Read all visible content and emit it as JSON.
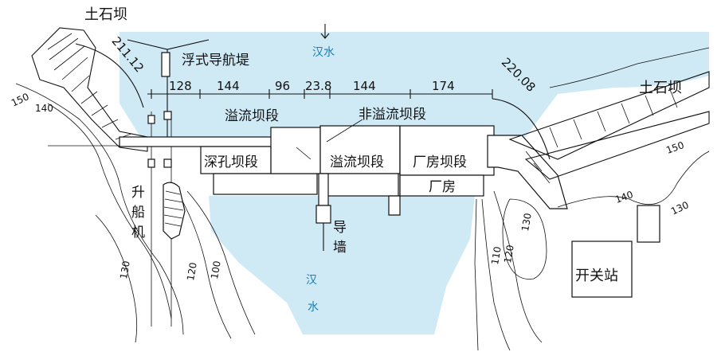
{
  "colors": {
    "water": "#cfeaf5",
    "ink": "#111111",
    "river_text": "#1a7fb4"
  },
  "labels": {
    "earth_dam_left": "土石坝",
    "earth_dam_right": "土石坝",
    "float_guide": "浮式导航堤",
    "overflow_section": "溢流坝段",
    "non_overflow_section": "非溢流坝段",
    "deep_hole_section": "深孔坝段",
    "overflow_section_lower": "溢流坝段",
    "powerhouse_section": "厂房坝段",
    "powerhouse": "厂房",
    "ship_lift_1": "升",
    "ship_lift_2": "船",
    "ship_lift_3": "机",
    "guide_wall_1": "导",
    "guide_wall_2": "墙",
    "switch_station": "开关站",
    "river_upper": "汉水",
    "river_lower_1": "汉",
    "river_lower_2": "水"
  },
  "dimensions": {
    "d_left": "211.12",
    "d1": "128",
    "d2": "144",
    "d3": "96",
    "d4": "23.8",
    "d5": "144",
    "d6": "174",
    "d_right": "220.08"
  },
  "contours": {
    "c150_left": "150",
    "c140_left": "140",
    "c130_left": "130",
    "c120": "120",
    "c100": "100",
    "c150_right": "150",
    "c140_right": "140",
    "c130_right_a": "130",
    "c130_right_b": "130",
    "c120_right": "120",
    "c110_right": "110"
  }
}
